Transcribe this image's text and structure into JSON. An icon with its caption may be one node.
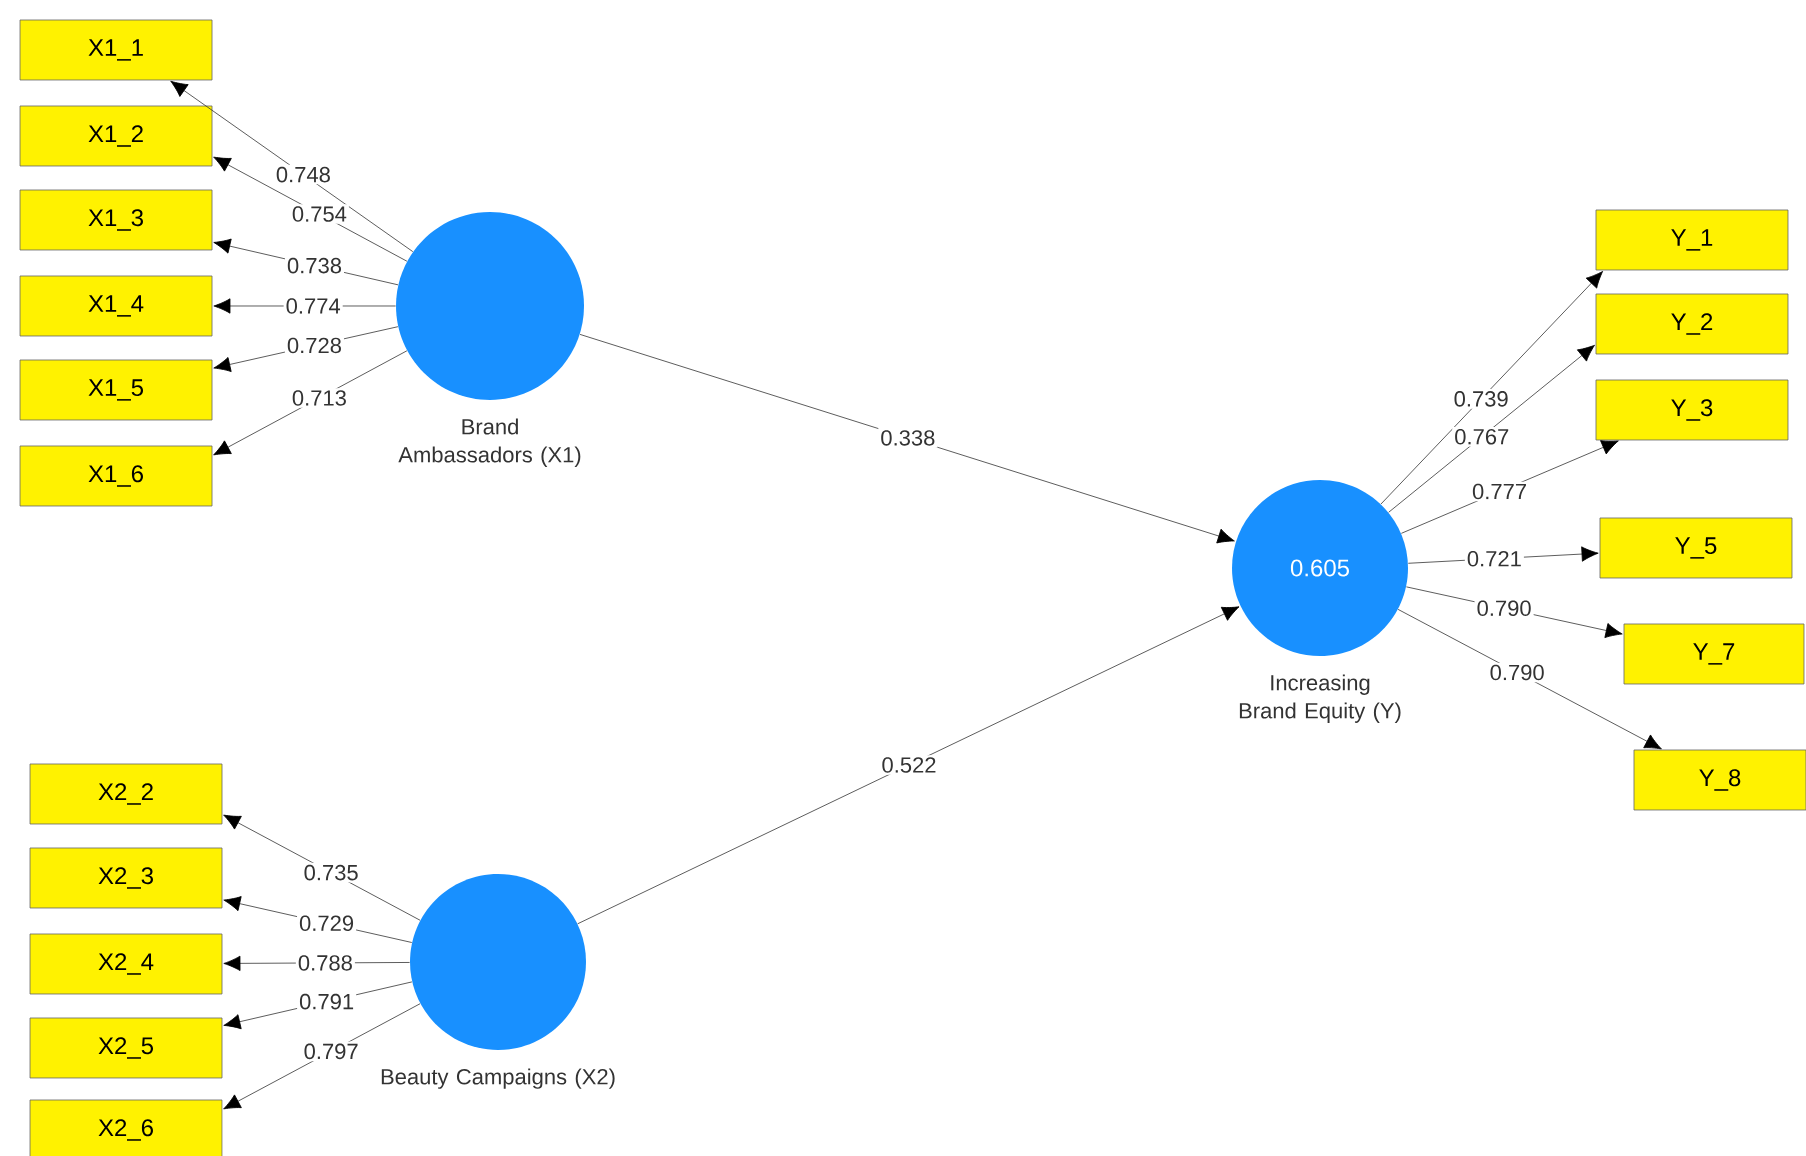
{
  "diagram": {
    "nodes": [
      {
        "text": [
          "X1_1"
        ]
      },
      {
        "text": [
          "X1_2"
        ]
      },
      {
        "text": [
          "X1_3"
        ]
      },
      {
        "text": [
          "X1_4"
        ]
      },
      {
        "text": [
          "X1_5"
        ]
      },
      {
        "text": [
          "X1_6"
        ]
      },
      {
        "text": [
          "Brand Ambassadors (X1)"
        ]
      },
      {
        "text": [
          "Y_1"
        ]
      },
      {
        "text": [
          "Y_2"
        ]
      },
      {
        "text": [
          "Y_3"
        ]
      },
      {
        "text": [
          "0.605",
          "Increasing Brand Equity (Y)"
        ]
      },
      {
        "text": [
          "Y_5"
        ]
      },
      {
        "text": [
          "Y_7"
        ]
      },
      {
        "text": [
          "Y_8"
        ]
      },
      {
        "text": [
          "X2_2"
        ]
      },
      {
        "text": [
          "X2_3"
        ]
      },
      {
        "text": [
          "X2_4"
        ]
      },
      {
        "text": [
          "X2_5"
        ]
      },
      {
        "text": [
          "X2_6"
        ]
      },
      {
        "text": [
          "Beauty Campaigns (X2)"
        ]
      }
    ],
    "edges": [
      {
        "from": 6,
        "to": 0,
        "arrow": "to",
        "label": "0.748"
      },
      {
        "from": 6,
        "to": 1,
        "arrow": "to",
        "label": "0.754"
      },
      {
        "from": 6,
        "to": 2,
        "arrow": "to",
        "label": "0.738"
      },
      {
        "from": 6,
        "to": 3,
        "arrow": "to",
        "label": "0.774"
      },
      {
        "from": 6,
        "to": 4,
        "arrow": "to",
        "label": "0.728"
      },
      {
        "from": 6,
        "to": 5,
        "arrow": "to",
        "label": "0.713"
      },
      {
        "from": 6,
        "to": 10,
        "arrow": "to",
        "label": "0.338"
      },
      {
        "from": 19,
        "to": 10,
        "arrow": "to",
        "label": "0.522"
      },
      {
        "from": 10,
        "to": 7,
        "arrow": "to",
        "label": "0.739"
      },
      {
        "from": 10,
        "to": 8,
        "arrow": "to",
        "label": "0.767"
      },
      {
        "from": 10,
        "to": 9,
        "arrow": "to",
        "label": "0.777"
      },
      {
        "from": 10,
        "to": 11,
        "arrow": "to",
        "label": "0.721"
      },
      {
        "from": 10,
        "to": 12,
        "arrow": "to",
        "label": "0.790"
      },
      {
        "from": 10,
        "to": 13,
        "arrow": "to",
        "label": "0.790"
      },
      {
        "from": 19,
        "to": 14,
        "arrow": "to",
        "label": "0.735"
      },
      {
        "from": 19,
        "to": 15,
        "arrow": "to",
        "label": "0.729"
      },
      {
        "from": 19,
        "to": 16,
        "arrow": "to",
        "label": "0.788"
      },
      {
        "from": 19,
        "to": 17,
        "arrow": "to",
        "label": "0.791"
      },
      {
        "from": 19,
        "to": 18,
        "arrow": "to",
        "label": "0.797"
      }
    ]
  }
}
